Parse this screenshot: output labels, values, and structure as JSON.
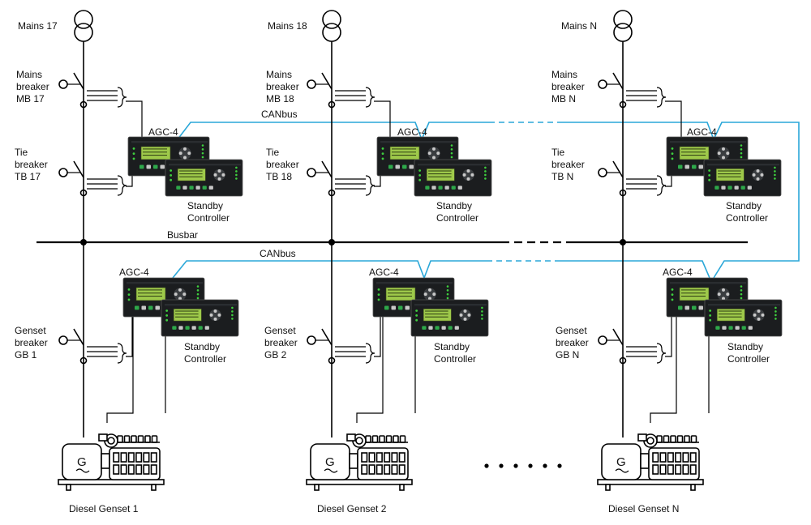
{
  "mains_units": [
    {
      "mains_label": "Mains 17",
      "mb_label": [
        "Mains",
        "breaker",
        "MB 17"
      ],
      "tb_label": [
        "Tie",
        "breaker",
        "TB 17"
      ],
      "controller_label": "AGC-4",
      "standby_label": [
        "Standby",
        "Controller"
      ]
    },
    {
      "mains_label": "Mains 18",
      "mb_label": [
        "Mains",
        "breaker",
        "MB 18"
      ],
      "tb_label": [
        "Tie",
        "breaker",
        "TB 18"
      ],
      "controller_label": "AGC-4",
      "standby_label": [
        "Standby",
        "Controller"
      ]
    },
    {
      "mains_label": "Mains N",
      "mb_label": [
        "Mains",
        "breaker",
        "MB N"
      ],
      "tb_label": [
        "Tie",
        "breaker",
        "TB N"
      ],
      "controller_label": "AGC-4",
      "standby_label": [
        "Standby",
        "Controller"
      ]
    }
  ],
  "genset_units": [
    {
      "gb_label": [
        "Genset",
        "breaker",
        "GB 1"
      ],
      "controller_label": "AGC-4",
      "standby_label": [
        "Standby",
        "Controller"
      ],
      "genset_label": "Diesel Genset 1",
      "gen_symbol": "G"
    },
    {
      "gb_label": [
        "Genset",
        "breaker",
        "GB 2"
      ],
      "controller_label": "AGC-4",
      "standby_label": [
        "Standby",
        "Controller"
      ],
      "genset_label": "Diesel Genset 2",
      "gen_symbol": "G"
    },
    {
      "gb_label": [
        "Genset",
        "breaker",
        "GB N"
      ],
      "controller_label": "AGC-4",
      "standby_label": [
        "Standby",
        "Controller"
      ],
      "genset_label": "Diesel Genset N",
      "gen_symbol": "G"
    }
  ],
  "bus_labels": {
    "busbar": "Busbar",
    "canbus_top": "CANbus",
    "canbus_bottom": "CANbus"
  },
  "colors": {
    "canbus": "#2aa7d8",
    "wire": "#000000"
  }
}
